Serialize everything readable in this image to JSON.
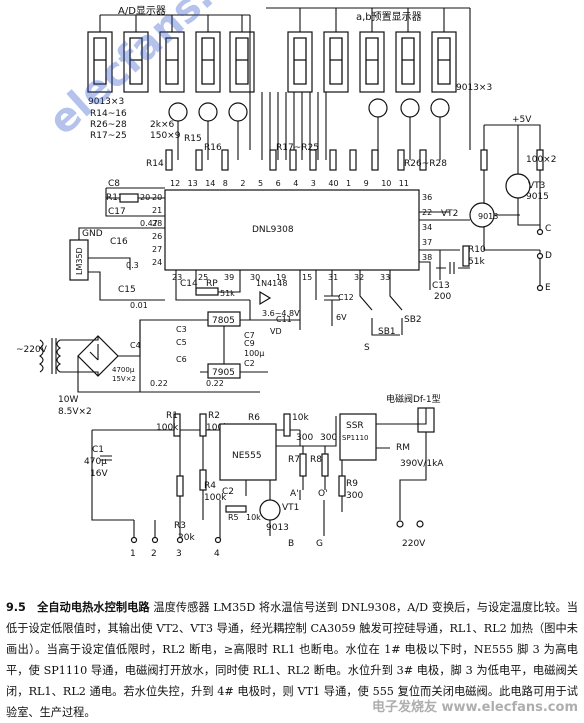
{
  "diagram": {
    "labels": {
      "ad_display": "A/D显示器",
      "ab_display": "a,b预置显示器",
      "t9013x3_left": "9013×3",
      "t9013x3_right": "9013×3",
      "r14_16": "R14~16",
      "r26_28": "R26~28",
      "r17_25": "R17~25",
      "val_2kx6": "2k×6",
      "val_150x9": "150×9",
      "r14": "R14",
      "r15": "R15",
      "r16": "R16",
      "r17_r25": "R17~R25",
      "r26_r28": "R26~R28",
      "plus5v": "+5V",
      "val_100x2": "100×2",
      "vt3": "VT3",
      "t9015": "9015",
      "vt2": "VT2",
      "t9013": "9013",
      "c_term": "C",
      "d_term": "D",
      "e_term": "E",
      "r10": "R10",
      "val_51k": "51k",
      "c13": "C13",
      "val_200": "200",
      "ic_dnl": "DNL9308",
      "gnd": "GND",
      "lm35d": "LM35D",
      "c8": "C8",
      "r13": "R13",
      "c17": "C17",
      "c16": "C16",
      "c15": "C15",
      "c14": "C14",
      "rp": "RP",
      "val_51k_b": "51k",
      "val_0_3": "0.3",
      "val_0_01": "0.01",
      "val_0_47": "0.47",
      "val_20": "20",
      "in4148": "1N4148",
      "vz": "3.6~4.8V",
      "vd": "VD",
      "c12": "C12",
      "c11": "C11",
      "val_6v": "6V",
      "sb1": "SB1",
      "sb2": "SB2",
      "s_term": "S",
      "u7805": "7805",
      "u7905": "7905",
      "c3": "C3",
      "c5": "C5",
      "c7": "C7",
      "c9": "C9",
      "c4": "C4",
      "c6": "C6",
      "c2": "C2",
      "val_022": "0.22",
      "val_4700": "4700μ",
      "val_15v2": "15V×2",
      "val_100u": "100μ",
      "val_220v": "~220V",
      "val_10w": "10W",
      "val_85v": "8.5V×2",
      "c1": "C1",
      "val_470u": "470μ",
      "val_16v": "16V",
      "r1": "R1",
      "r2": "R2",
      "r3": "R3",
      "r4": "R4",
      "r5": "R5",
      "r6": "R6",
      "r7": "R7",
      "r8": "R8",
      "r9": "R9",
      "val_100k_1": "100k",
      "val_100k_2": "100k",
      "val_100k_4": "100k",
      "val_20k": "20k",
      "val_10k_5": "10k",
      "val_10k_6": "10k",
      "val_300_7": "300",
      "val_300_8": "300",
      "val_300_9": "300",
      "ne555": "NE555",
      "vt1": "VT1",
      "t9013_b": "9013",
      "a_prime": "A'",
      "o_mark": "O'",
      "b_term": "B",
      "g_term": "G",
      "ssr": "SSR",
      "sp1110": "SP1110",
      "rm": "RM",
      "valve": "电磁阀Df-1型",
      "val_390v": "390V/1kA",
      "val_220v_b": "220V",
      "n1": "1",
      "n2": "2",
      "n3": "3",
      "n4": "4"
    },
    "pins_top": [
      "12",
      "13",
      "14",
      "8",
      "2",
      "5",
      "6",
      "4",
      "3",
      "40",
      "1",
      "9",
      "10",
      "11"
    ],
    "pins_left": [
      "20",
      "21",
      "28",
      "26",
      "27",
      "24"
    ],
    "pins_right": [
      "36",
      "22",
      "34",
      "37",
      "38"
    ],
    "pins_bottom": [
      "23",
      "25",
      "39",
      "30",
      "19",
      "15",
      "31",
      "32",
      "33"
    ]
  },
  "caption": {
    "title": "9.5　全自动电热水控制电路",
    "text": "温度传感器 LM35D 将水温信号送到 DNL9308，A/D 变换后，与设定温度比较。当低于设定低限值时，其输出使 VT2、VT3 导通，经光耦控制 CA3059 触发可控硅导通，RL1、RL2 加热（图中未画出）。当高于设定值低限时，RL2 断电，≥高限时 RL1 也断电。水位在 1# 电极以下时，NE555 脚 3 为高电平，使 SP1110 导通，电磁阀打开放水，同时使 RL1、RL2 断电。水位升到 3# 电极，脚 3 为低电平，电磁阀关闭，RL1、RL2 通电。若水位失控，升到 4# 电极时，则 VT1 导通，使 555 复位而关闭电磁阀。此电路可用于试验室、生产过程。"
  },
  "watermark": {
    "main": "elecfans.com",
    "corner": "电子发烧友 www.elecfans.com"
  }
}
